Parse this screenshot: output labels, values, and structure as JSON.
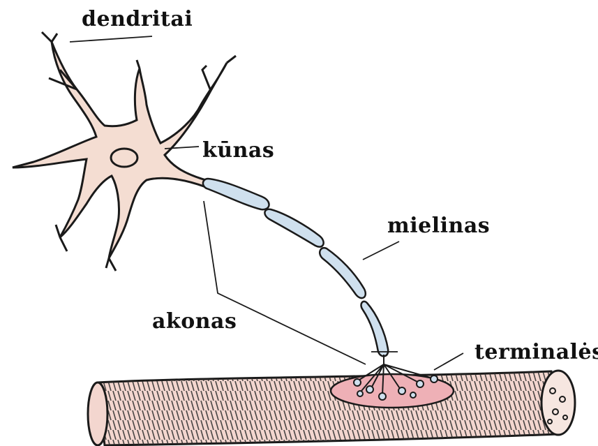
{
  "labels": {
    "dendrites": "dendritai",
    "cell_body": "kūnas",
    "myelin": "mielinas",
    "axon": "akonas",
    "terminals": "terminalės"
  },
  "colors": {
    "cell_body_fill": "#f4ddd2",
    "myelin_fill": "#cfe0ee",
    "muscle_fill": "#f3d6cf",
    "endplate_fill": "#eeb0b6",
    "outline": "#1a1a1a"
  }
}
